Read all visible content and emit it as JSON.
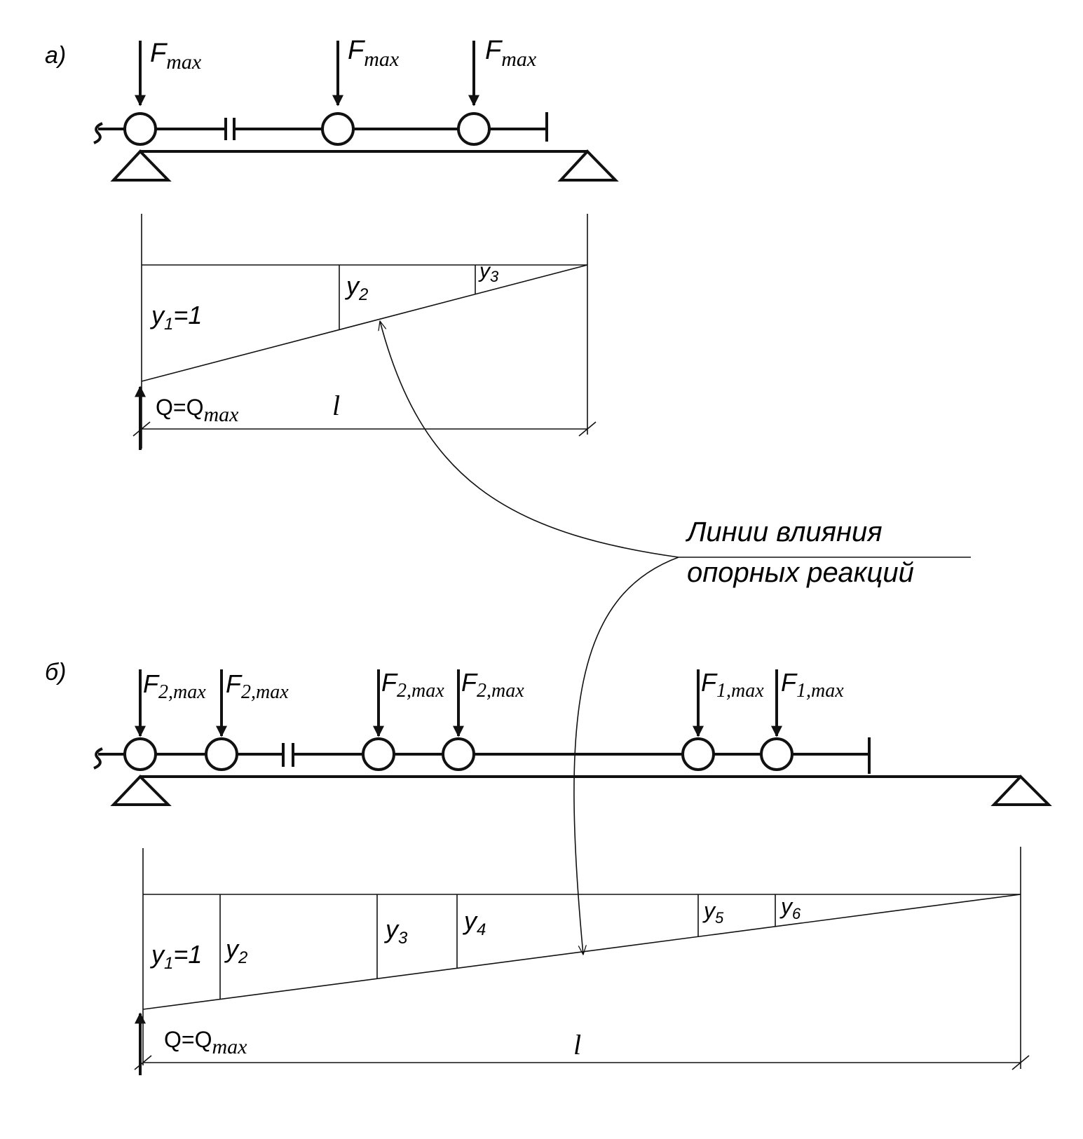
{
  "diagram_a": {
    "label": "а)",
    "forces": [
      {
        "main": "F",
        "sub": "max"
      },
      {
        "main": "F",
        "sub": "max"
      },
      {
        "main": "F",
        "sub": "max"
      }
    ],
    "ordinates": [
      {
        "main": "y",
        "sub": "1",
        "suffix": "=1"
      },
      {
        "main": "y",
        "sub": "2",
        "suffix": ""
      },
      {
        "main": "y",
        "sub": "3",
        "suffix": ""
      }
    ],
    "reaction": {
      "main": "Q=Q",
      "sub": "max"
    },
    "span": "l"
  },
  "diagram_b": {
    "label": "б)",
    "forces": [
      {
        "main": "F",
        "sub": "2,max"
      },
      {
        "main": "F",
        "sub": "2,max"
      },
      {
        "main": "F",
        "sub": "2,max"
      },
      {
        "main": "F",
        "sub": "2,max"
      },
      {
        "main": "F",
        "sub": "1,max"
      },
      {
        "main": "F",
        "sub": "1,max"
      }
    ],
    "ordinates": [
      {
        "main": "y",
        "sub": "1",
        "suffix": "=1"
      },
      {
        "main": "y",
        "sub": "2",
        "suffix": ""
      },
      {
        "main": "y",
        "sub": "3",
        "suffix": ""
      },
      {
        "main": "y",
        "sub": "4",
        "suffix": ""
      },
      {
        "main": "y",
        "sub": "5",
        "suffix": ""
      },
      {
        "main": "y",
        "sub": "6",
        "suffix": ""
      }
    ],
    "reaction": {
      "main": "Q=Q",
      "sub": "max"
    },
    "span": "l"
  },
  "callout": {
    "line1": "Линии влияния",
    "line2": "опорных реакций"
  }
}
